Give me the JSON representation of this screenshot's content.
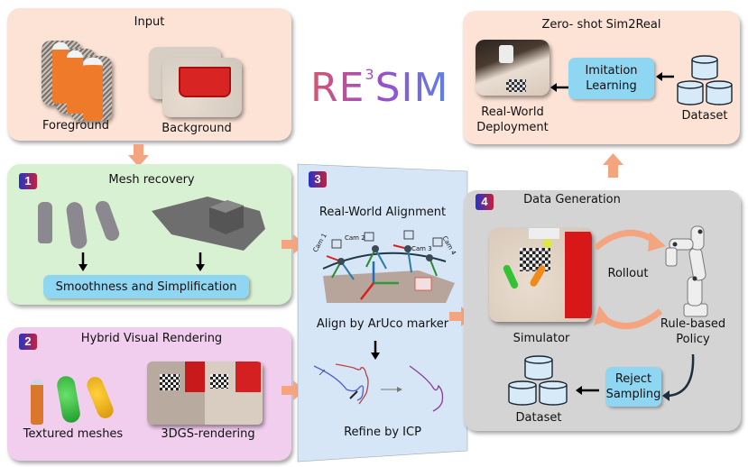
{
  "logo": {
    "prefix": "RE",
    "superscript": "3",
    "suffix": "SIM"
  },
  "input_panel": {
    "title": "Input",
    "foreground_label": "Foreground",
    "background_label": "Background"
  },
  "zero_shot_panel": {
    "title": "Zero- shot Sim2Real",
    "deployment_label_line1": "Real-World",
    "deployment_label_line2": "Deployment",
    "imitation_line1": "Imitation",
    "imitation_line2": "Learning",
    "dataset_label": "Dataset"
  },
  "mesh_panel": {
    "badge": "1",
    "title": "Mesh recovery",
    "process_label": "Smoothness and Simplification"
  },
  "rendering_panel": {
    "badge": "2",
    "title": "Hybrid Visual Rendering",
    "textured_label": "Textured meshes",
    "gs_label": "3DGS-rendering"
  },
  "alignment_panel": {
    "badge": "3",
    "title": "Real-World Alignment",
    "cameras": [
      "Cam 1",
      "Cam 2",
      "Cam 3",
      "Cam 4"
    ],
    "aruco_label": "Align by ArUco marker",
    "icp_label": "Refine by ICP"
  },
  "datagen_panel": {
    "badge": "4",
    "title": "Data Generation",
    "simulator_label": "Simulator",
    "rollout_label": "Rollout",
    "policy_line1": "Rule-based",
    "policy_line2": "Policy",
    "reject_line1": "Reject",
    "reject_line2": "Sampling",
    "dataset_label": "Dataset"
  },
  "colors": {
    "input_bg": "#fce3d6",
    "mesh_bg": "#d9f1d3",
    "render_bg": "#f1cdee",
    "align_bg": "#d6e6f6",
    "datagen_bg": "#d4d4d4",
    "arrow_orange": "#f4a57f",
    "box_blue": "#8fd6f2",
    "db_fill": "#d6eaf8"
  }
}
